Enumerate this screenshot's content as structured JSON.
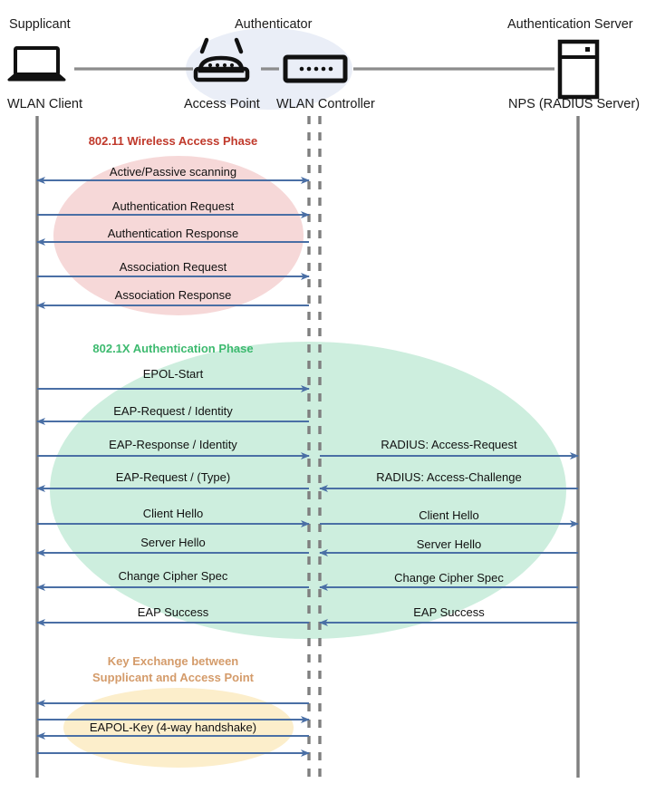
{
  "diagram": {
    "title_role_supplicant": "Supplicant",
    "title_role_authenticator": "Authenticator",
    "title_role_authserver": "Authentication Server",
    "device_wlan_client": "WLAN Client",
    "device_access_point": "Access Point",
    "device_wlan_controller": "WLAN Controller",
    "device_nps": "NPS (RADIUS Server)"
  },
  "colors": {
    "phase1_fill": "#f6d8d8",
    "phase1_text": "#c0392b",
    "phase2_fill": "#cdeede",
    "phase2_text": "#3dba6f",
    "phase3_fill": "#fceecb",
    "phase3_text": "#d49b6a",
    "authenticator_fill": "#eaeef7",
    "arrow": "#4a6fa5",
    "lifeline": "#7f7f7f",
    "link": "#8c8c8c"
  },
  "phases": [
    {
      "id": "phase-802-11-wireless-access",
      "title": "802.11 Wireless Access Phase",
      "messages": [
        {
          "label": "Active/Passive scanning",
          "side": "left",
          "dir": "both"
        },
        {
          "label": "Authentication Request",
          "side": "left",
          "dir": "right"
        },
        {
          "label": "Authentication Response",
          "side": "left",
          "dir": "left"
        },
        {
          "label": "Association Request",
          "side": "left",
          "dir": "right"
        },
        {
          "label": "Association Response",
          "side": "left",
          "dir": "left"
        }
      ]
    },
    {
      "id": "phase-802-1x-authentication",
      "title": "802.1X Authentication Phase",
      "messages": [
        {
          "label": "EPOL-Start",
          "side": "left",
          "dir": "right"
        },
        {
          "label": "EAP-Request / Identity",
          "side": "left",
          "dir": "left"
        },
        {
          "label": "EAP-Response / Identity",
          "side": "left",
          "dir": "right"
        },
        {
          "label": "RADIUS: Access-Request",
          "side": "right",
          "dir": "right"
        },
        {
          "label": "EAP-Request / (Type)",
          "side": "left",
          "dir": "left"
        },
        {
          "label": "RADIUS: Access-Challenge",
          "side": "right",
          "dir": "left"
        },
        {
          "label": "Client Hello",
          "side": "left",
          "dir": "right"
        },
        {
          "label": "Client Hello",
          "side": "right",
          "dir": "right"
        },
        {
          "label": "Server Hello",
          "side": "left",
          "dir": "left"
        },
        {
          "label": "Server Hello",
          "side": "right",
          "dir": "left"
        },
        {
          "label": "Change Cipher Spec",
          "side": "left",
          "dir": "left"
        },
        {
          "label": "Change Cipher Spec",
          "side": "right",
          "dir": "left"
        },
        {
          "label": "EAP Success",
          "side": "left",
          "dir": "left"
        },
        {
          "label": "EAP Success",
          "side": "right",
          "dir": "left"
        }
      ]
    },
    {
      "id": "phase-key-exchange",
      "title_line1": "Key Exchange between",
      "title_line2": "Supplicant and Access Point",
      "messages": [
        {
          "label": "",
          "side": "left",
          "dir": "left"
        },
        {
          "label": "",
          "side": "left",
          "dir": "right"
        },
        {
          "label": "EAPOL-Key (4-way handshake)",
          "side": "left",
          "dir": "left"
        },
        {
          "label": "",
          "side": "left",
          "dir": "right"
        }
      ]
    }
  ],
  "message_labels": {
    "p1_m1": "Active/Passive scanning",
    "p1_m2": "Authentication Request",
    "p1_m3": "Authentication Response",
    "p1_m4": "Association Request",
    "p1_m5": "Association Response",
    "p2_m1": "EPOL-Start",
    "p2_m2": "EAP-Request / Identity",
    "p2_m3": "EAP-Response / Identity",
    "p2_m3r": "RADIUS: Access-Request",
    "p2_m4": "EAP-Request / (Type)",
    "p2_m4r": "RADIUS: Access-Challenge",
    "p2_m5": "Client Hello",
    "p2_m5r": "Client Hello",
    "p2_m6": "Server Hello",
    "p2_m6r": "Server Hello",
    "p2_m7": "Change Cipher Spec",
    "p2_m7r": "Change Cipher Spec",
    "p2_m8": "EAP Success",
    "p2_m8r": "EAP Success",
    "p3_m1": "EAPOL-Key (4-way handshake)"
  }
}
